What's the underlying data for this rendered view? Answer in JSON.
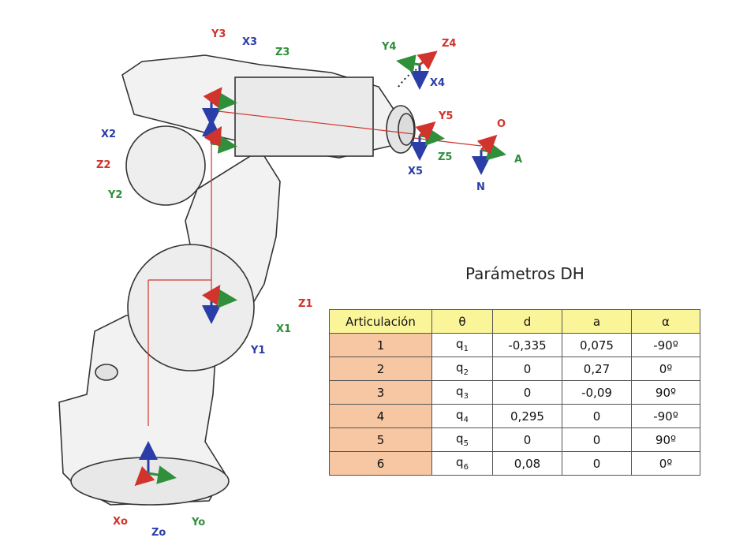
{
  "frame_labels": {
    "y3": "Y3",
    "x3": "X3",
    "z3": "Z3",
    "y4": "Y4",
    "z4": "Z4",
    "x4": "X4",
    "y5": "Y5",
    "z5": "Z5",
    "x5": "X5",
    "o": "O",
    "a": "A",
    "n": "N",
    "x2": "X2",
    "z2": "Z2",
    "y2": "Y2",
    "z1": "Z1",
    "x1": "X1",
    "y1": "Y1",
    "x0": "Xo",
    "z0": "Zo",
    "y0": "Yo"
  },
  "colors": {
    "x_axis": "#d0342c",
    "y_axis": "#2f8f3a",
    "z_axis": "#2b3ea8",
    "header_bg": "#fbf59a",
    "index_bg": "#f6c7a2"
  },
  "table": {
    "title": "Parámetros DH",
    "headers": [
      "Articulación",
      "θ",
      "d",
      "a",
      "α"
    ],
    "rows": [
      {
        "joint": "1",
        "theta_base": "q",
        "theta_sub": "1",
        "d": "-0,335",
        "a": "0,075",
        "alpha": "-90º"
      },
      {
        "joint": "2",
        "theta_base": "q",
        "theta_sub": "2",
        "d": "0",
        "a": "0,27",
        "alpha": "0º"
      },
      {
        "joint": "3",
        "theta_base": "q",
        "theta_sub": "3",
        "d": "0",
        "a": "-0,09",
        "alpha": "90º"
      },
      {
        "joint": "4",
        "theta_base": "q",
        "theta_sub": "4",
        "d": "0,295",
        "a": "0",
        "alpha": "-90º"
      },
      {
        "joint": "5",
        "theta_base": "q",
        "theta_sub": "5",
        "d": "0",
        "a": "0",
        "alpha": "90º"
      },
      {
        "joint": "6",
        "theta_base": "q",
        "theta_sub": "6",
        "d": "0,08",
        "a": "0",
        "alpha": "0º"
      }
    ]
  }
}
